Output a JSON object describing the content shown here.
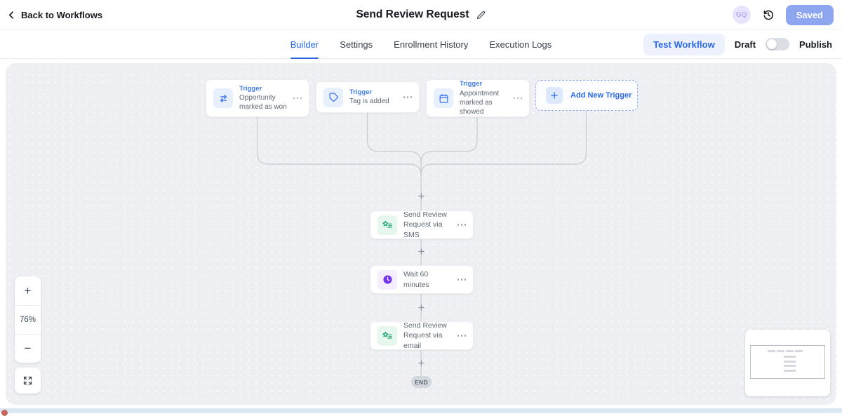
{
  "header": {
    "back_label": "Back to Workflows",
    "title": "Send Review Request",
    "avatar_initials": "GQ",
    "saved_label": "Saved"
  },
  "tabs": {
    "items": [
      {
        "label": "Builder",
        "active": true
      },
      {
        "label": "Settings",
        "active": false
      },
      {
        "label": "Enrollment History",
        "active": false
      },
      {
        "label": "Execution Logs",
        "active": false
      }
    ],
    "test_workflow_label": "Test Workflow",
    "draft_label": "Draft",
    "publish_label": "Publish",
    "publish_toggle_state": "off"
  },
  "canvas": {
    "triggers": [
      {
        "type_label": "Trigger",
        "title": "Opportunity marked as won",
        "icon": "swap-arrows-icon"
      },
      {
        "type_label": "Trigger",
        "title": "Tag is added",
        "icon": "tag-icon"
      },
      {
        "type_label": "Trigger",
        "title": "Appointment marked as showed",
        "icon": "calendar-icon"
      }
    ],
    "add_trigger_label": "Add New Trigger",
    "actions": [
      {
        "title": "Send Review Request via SMS",
        "icon": "review-star-icon",
        "color": "green"
      },
      {
        "title": "Wait 60 minutes",
        "icon": "clock-icon",
        "color": "purple"
      },
      {
        "title": "Send Review Request via email",
        "icon": "review-star-icon",
        "color": "green"
      }
    ],
    "end_label": "END",
    "zoom": {
      "zoom_in": "+",
      "level": "76%",
      "zoom_out": "−"
    }
  },
  "icons": {
    "back": "chevron-left-icon",
    "edit_title": "pencil-icon",
    "history": "clock-restore-icon",
    "more_options": "ellipsis-icon",
    "add": "plus-icon",
    "fullscreen": "expand-arrows-icon",
    "connector_plus": "plus-connector-icon"
  },
  "colors": {
    "accent_blue": "#2a6ae9",
    "trigger_label_blue": "#3f7de8",
    "saved_button": "#8ea6f0",
    "avatar_bg": "#e7e4fb",
    "test_workflow_bg": "#edf1fd",
    "green_icon": "#17a06b",
    "green_icon_bg": "#e6f7ee",
    "purple_icon": "#7434ea",
    "purple_icon_bg": "#f3edfc",
    "blue_icon": "#3b76ee",
    "blue_icon_bg": "#e8effd",
    "canvas_bg": "#edeff3",
    "connector_line": "#c7ccd3",
    "end_pill_bg": "#d2d6dd"
  }
}
